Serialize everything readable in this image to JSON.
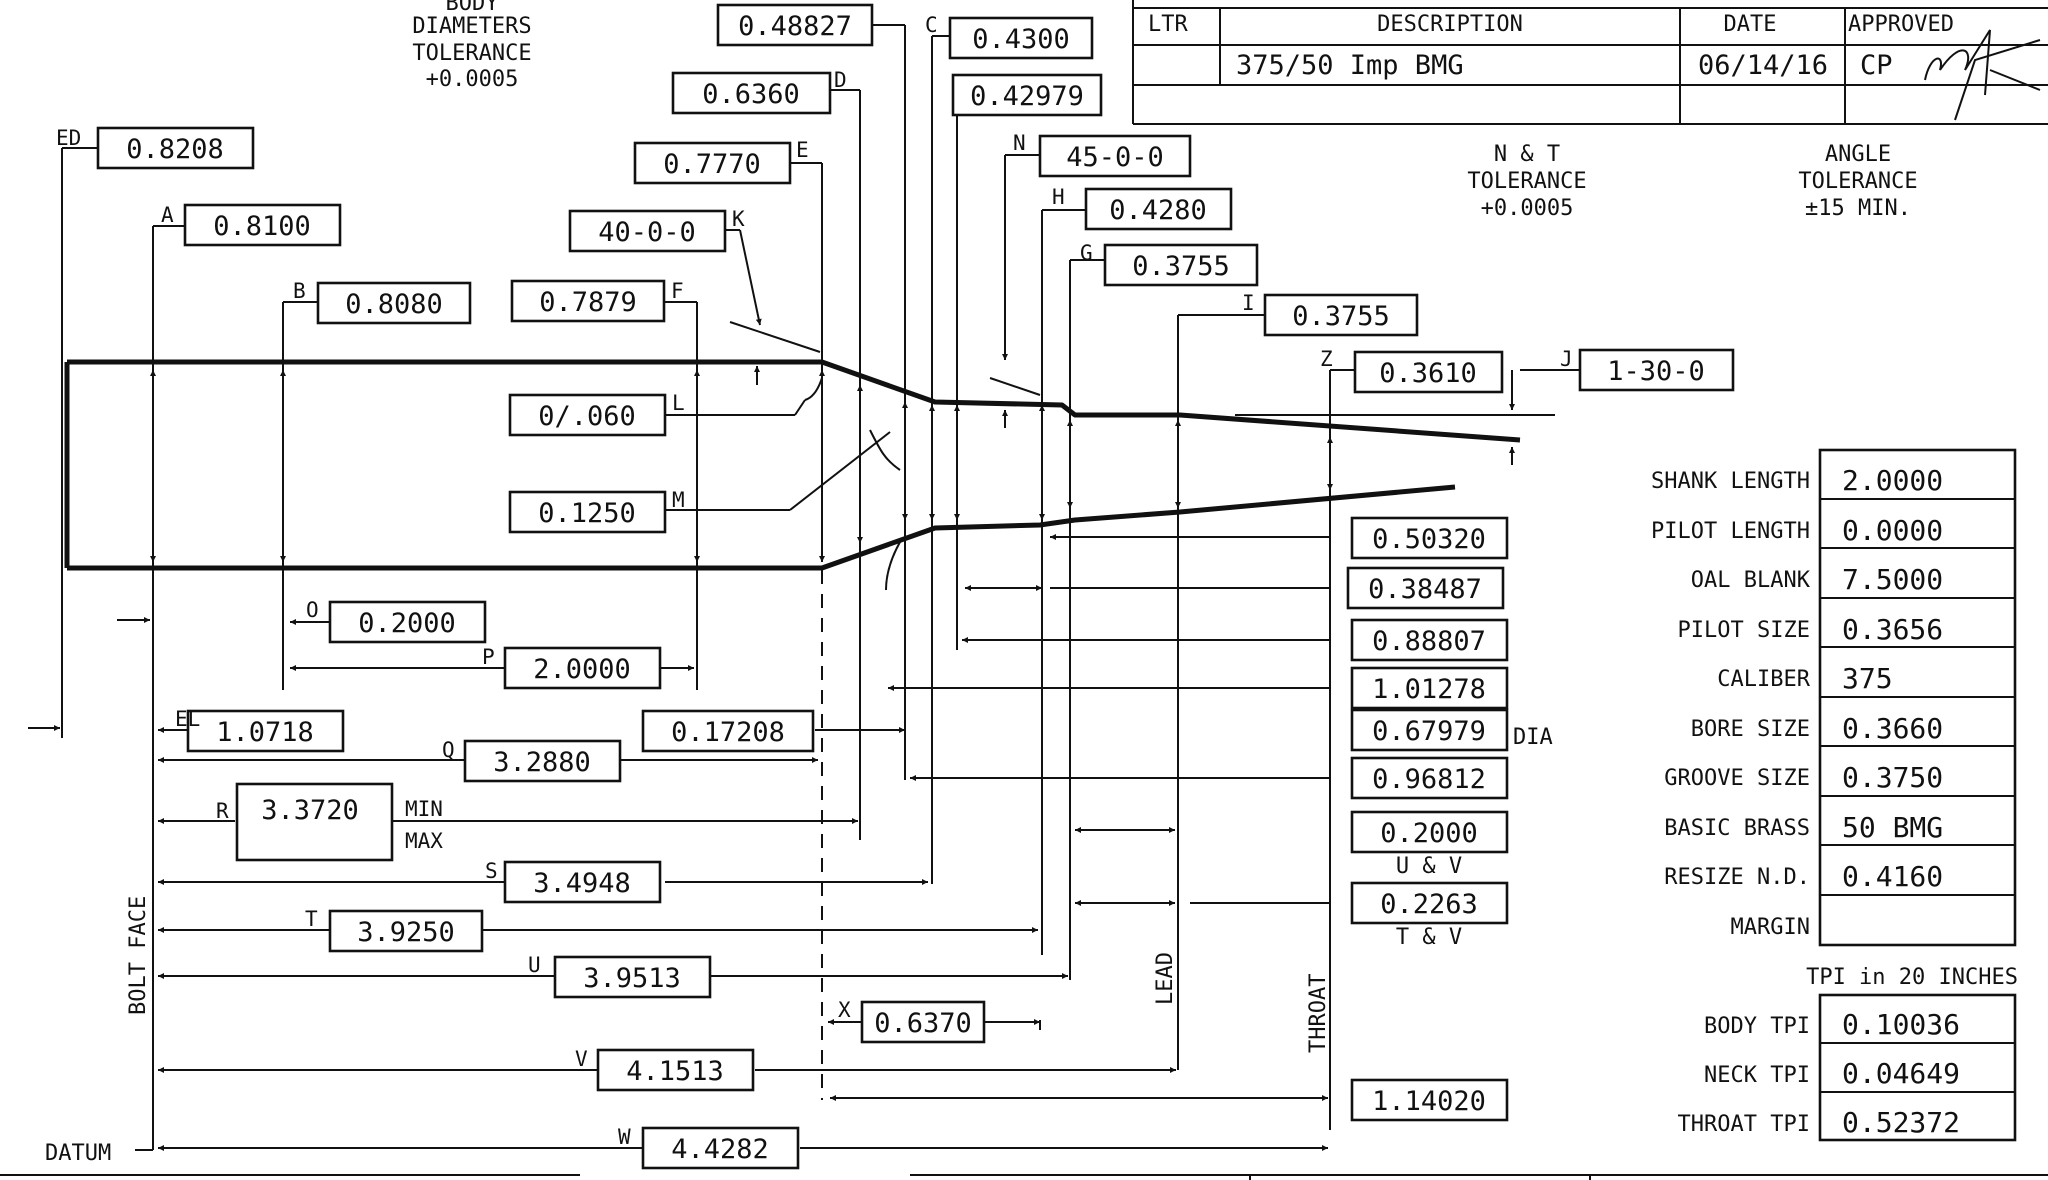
{
  "header": {
    "body_tol": [
      "BODY",
      "DIAMETERS",
      "TOLERANCE",
      "+0.0005"
    ],
    "nt_tol": [
      "N & T",
      "TOLERANCE",
      "+0.0005"
    ],
    "angle_tol": [
      "ANGLE",
      "TOLERANCE",
      "±15 MIN."
    ]
  },
  "revision": {
    "col_ltr": "LTR",
    "col_desc": "DESCRIPTION",
    "col_date": "DATE",
    "col_appr": "APPROVED",
    "desc": "375/50 Imp BMG",
    "date": "06/14/16",
    "appr": "CP"
  },
  "labels": {
    "ED": "ED",
    "A": "A",
    "B": "B",
    "C": "C",
    "D": "D",
    "E": "E",
    "F": "F",
    "G": "G",
    "H": "H",
    "I": "I",
    "J": "J",
    "K": "K",
    "L": "L",
    "M": "M",
    "N": "N",
    "O": "O",
    "P": "P",
    "Q": "Q",
    "R": "R",
    "S": "S",
    "T": "T",
    "U": "U",
    "V": "V",
    "W": "W",
    "X": "X",
    "Z": "Z",
    "EL": "EL",
    "min": "MIN",
    "max": "MAX",
    "dia": "DIA",
    "uv": "U & V",
    "tv": "T & V",
    "bolt_face": "BOLT FACE",
    "datum": "DATUM",
    "lead": "LEAD",
    "throat": "THROAT"
  },
  "dims": {
    "ED": "0.8208",
    "A": "0.8100",
    "B": "0.8080",
    "C": "0.4300",
    "C2": "0.42979",
    "D": "0.6360",
    "D2": "0.48827",
    "E": "0.7770",
    "F": "0.7879",
    "G": "0.3755",
    "H": "0.4280",
    "I": "0.3755",
    "J": "1-30-0",
    "K": "40-0-0",
    "N": "45-0-0",
    "Z": "0.3610",
    "L": "0/.060",
    "M": "0.1250",
    "O": "0.2000",
    "P": "2.0000",
    "EL": "1.0718",
    "Q": "3.2880",
    "Q2": "0.17208",
    "R": "3.3720",
    "S": "3.4948",
    "T": "3.9250",
    "U": "3.9513",
    "V": "4.1513",
    "W": "4.4282",
    "X": "0.6370",
    "r1": "0.50320",
    "r2": "0.38487",
    "r3": "0.88807",
    "r4": "1.01278",
    "r5": "0.67979",
    "r6": "0.96812",
    "r7": "0.2000",
    "r8": "0.2263",
    "r9": "1.14020"
  },
  "specs": [
    {
      "label": "SHANK LENGTH",
      "value": "2.0000"
    },
    {
      "label": "PILOT LENGTH",
      "value": "0.0000"
    },
    {
      "label": "OAL BLANK",
      "value": "7.5000"
    },
    {
      "label": "PILOT SIZE",
      "value": "0.3656"
    },
    {
      "label": "CALIBER",
      "value": "375"
    },
    {
      "label": "BORE SIZE",
      "value": "0.3660"
    },
    {
      "label": "GROOVE SIZE",
      "value": "0.3750"
    },
    {
      "label": "BASIC BRASS",
      "value": "50 BMG"
    },
    {
      "label": "RESIZE N.D.",
      "value": "0.4160"
    },
    {
      "label": "MARGIN",
      "value": ""
    }
  ],
  "tpi": {
    "title": "TPI in 20 INCHES",
    "rows": [
      {
        "label": "BODY TPI",
        "value": "0.10036"
      },
      {
        "label": "NECK TPI",
        "value": "0.04649"
      },
      {
        "label": "THROAT TPI",
        "value": "0.52372"
      }
    ]
  }
}
